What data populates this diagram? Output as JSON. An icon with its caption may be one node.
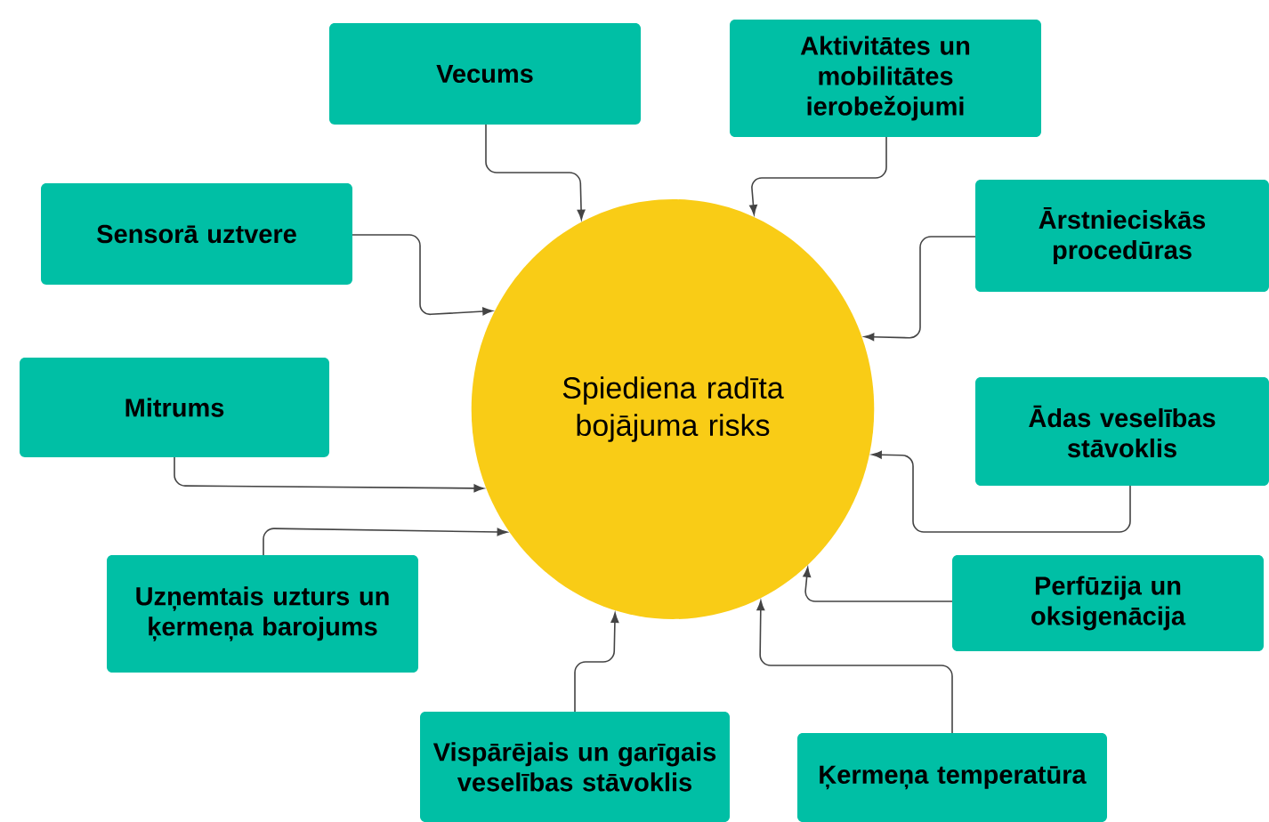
{
  "diagram": {
    "nodes": [
      {
        "text": [
          "Spiediena radīta bojājuma risks"
        ]
      },
      {
        "text": [
          "Vecums"
        ]
      },
      {
        "text": [
          "Aktivitātes un mobilitātes ierobežojumi"
        ]
      },
      {
        "text": [
          "Sensorā uztvere"
        ]
      },
      {
        "text": [
          "Ārstnieciskās procedūras"
        ]
      },
      {
        "text": [
          "Mitrums"
        ]
      },
      {
        "text": [
          "Ādas veselības stāvoklis"
        ]
      },
      {
        "text": [
          "Uzņemtais uzturs un ķermeņa barojums"
        ]
      },
      {
        "text": [
          "Perfūzija un oksigenācija"
        ]
      },
      {
        "text": [
          "Vispārējais un garīgais veselības stāvoklis"
        ]
      },
      {
        "text": [
          "Ķermeņa temperatūra"
        ]
      }
    ],
    "edges": [
      {
        "from": 1,
        "to": 0,
        "arrow": "to"
      },
      {
        "from": 2,
        "to": 0,
        "arrow": "to"
      },
      {
        "from": 3,
        "to": 0,
        "arrow": "to"
      },
      {
        "from": 4,
        "to": 0,
        "arrow": "to"
      },
      {
        "from": 5,
        "to": 0,
        "arrow": "to"
      },
      {
        "from": 6,
        "to": 0,
        "arrow": "to"
      },
      {
        "from": 7,
        "to": 0,
        "arrow": "to"
      },
      {
        "from": 8,
        "to": 0,
        "arrow": "to"
      },
      {
        "from": 9,
        "to": 0,
        "arrow": "to"
      },
      {
        "from": 10,
        "to": 0,
        "arrow": "to"
      }
    ]
  }
}
